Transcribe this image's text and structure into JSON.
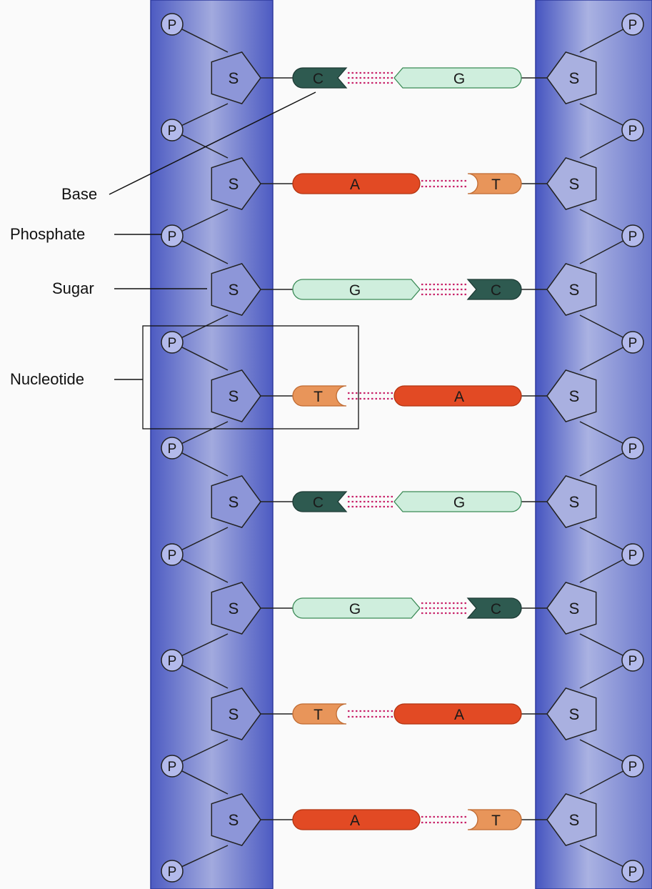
{
  "labels": {
    "base": "Base",
    "phosphate": "Phosphate",
    "sugar": "Sugar",
    "nucleotide": "Nucleotide"
  },
  "symbols": {
    "phosphate": "P",
    "sugar": "S"
  },
  "base_pairs": [
    {
      "left": "C",
      "right": "G"
    },
    {
      "left": "A",
      "right": "T"
    },
    {
      "left": "G",
      "right": "C"
    },
    {
      "left": "T",
      "right": "A"
    },
    {
      "left": "C",
      "right": "G"
    },
    {
      "left": "G",
      "right": "C"
    },
    {
      "left": "T",
      "right": "A"
    },
    {
      "left": "A",
      "right": "T"
    }
  ],
  "colors": {
    "A": "#e24a24",
    "T": "#e8955a",
    "G": "#cfeedd",
    "C": "#2e5a50",
    "backbone": "#5a68c8",
    "hydrogen_bond": "#c8246a"
  }
}
